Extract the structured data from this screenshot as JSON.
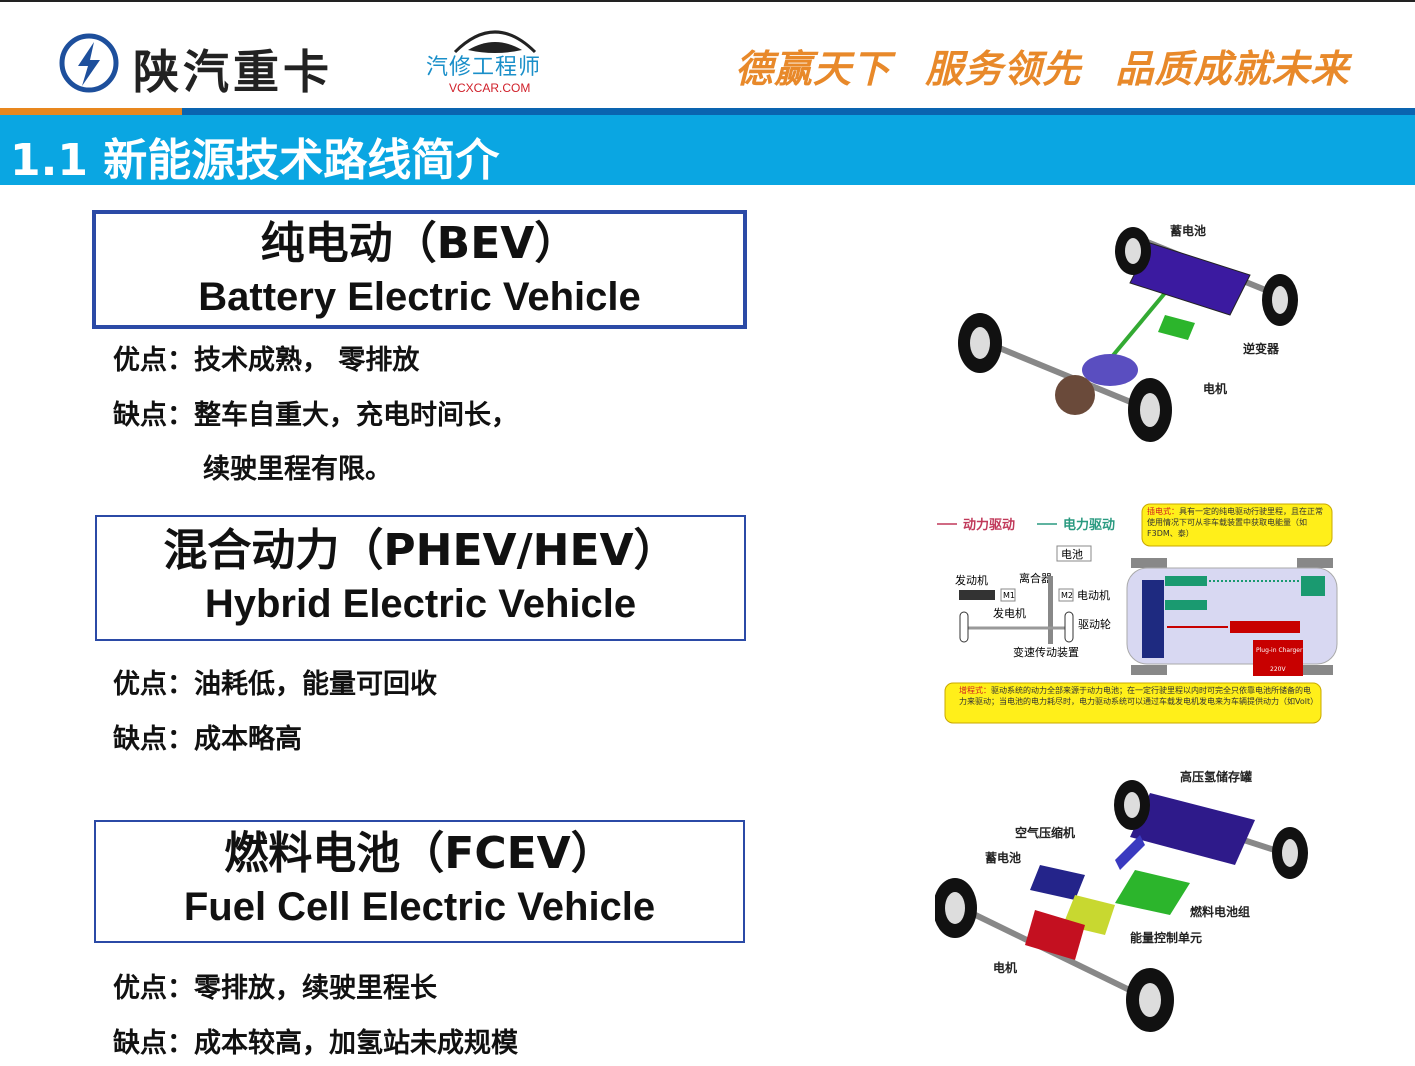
{
  "header": {
    "brand": "陕汽重卡",
    "partner_cn": "汽修工程师",
    "partner_en": "VCXCAR.COM",
    "slogan": "德赢天下 服务领先 品质成就未来"
  },
  "title": "1.1 新能源技术路线简介",
  "sections": [
    {
      "cn": "纯电动（BEV）",
      "en": "Battery Electric Vehicle",
      "pros": "优点：技术成熟， 零排放",
      "cons": "缺点：整车自重大，充电时间长，",
      "cons2": "续驶里程有限。"
    },
    {
      "cn": "混合动力（PHEV/HEV）",
      "en": "Hybrid Electric Vehicle",
      "pros": "优点：油耗低，能量可回收",
      "cons": "缺点：成本略高"
    },
    {
      "cn": "燃料电池（FCEV）",
      "en": "Fuel Cell Electric Vehicle",
      "pros": "优点：零排放，续驶里程长",
      "cons": "缺点：成本较高，加氢站未成规模"
    }
  ],
  "bev_diagram": {
    "battery": "蓄电池",
    "inverter": "逆变器",
    "motor": "电机"
  },
  "hybrid_diagram": {
    "legend_power": "动力驱动",
    "legend_electric": "电力驱动",
    "plugin_note_label": "插电式：",
    "plugin_note": "具有一定的纯电驱动行驶里程，且在正常使用情况下可从非车载装置中获取电能量（如F3DM、泰）",
    "range_note_label": "增程式：",
    "range_note": "驱动系统的动力全部来源于动力电池；在一定行驶里程以内时可完全只依靠电池所储备的电力来驱动；当电池的电力耗尽时，电力驱动系统可以通过车载发电机发电来为车辆提供动力（如Volt）",
    "battery": "电池",
    "engine": "发动机",
    "clutch": "离合器",
    "motor": "电动机",
    "generator": "发电机",
    "drive_wheel": "驱动轮",
    "transmission": "变速传动装置",
    "m1": "M1",
    "m2": "M2",
    "plugin_charger": "Plug-in Charger",
    "voltage": "220V"
  },
  "fcev_diagram": {
    "tank": "高压氢储存罐",
    "compressor": "空气压缩机",
    "battery": "蓄电池",
    "stack": "燃料电池组",
    "controller": "能量控制单元",
    "motor": "电机"
  },
  "colors": {
    "band": "#0aa6e2",
    "box_border": "#2b4aa6",
    "slogan": "#e8892a",
    "orange_bar": "#e8871e",
    "blue_bar": "#0a64b0"
  }
}
